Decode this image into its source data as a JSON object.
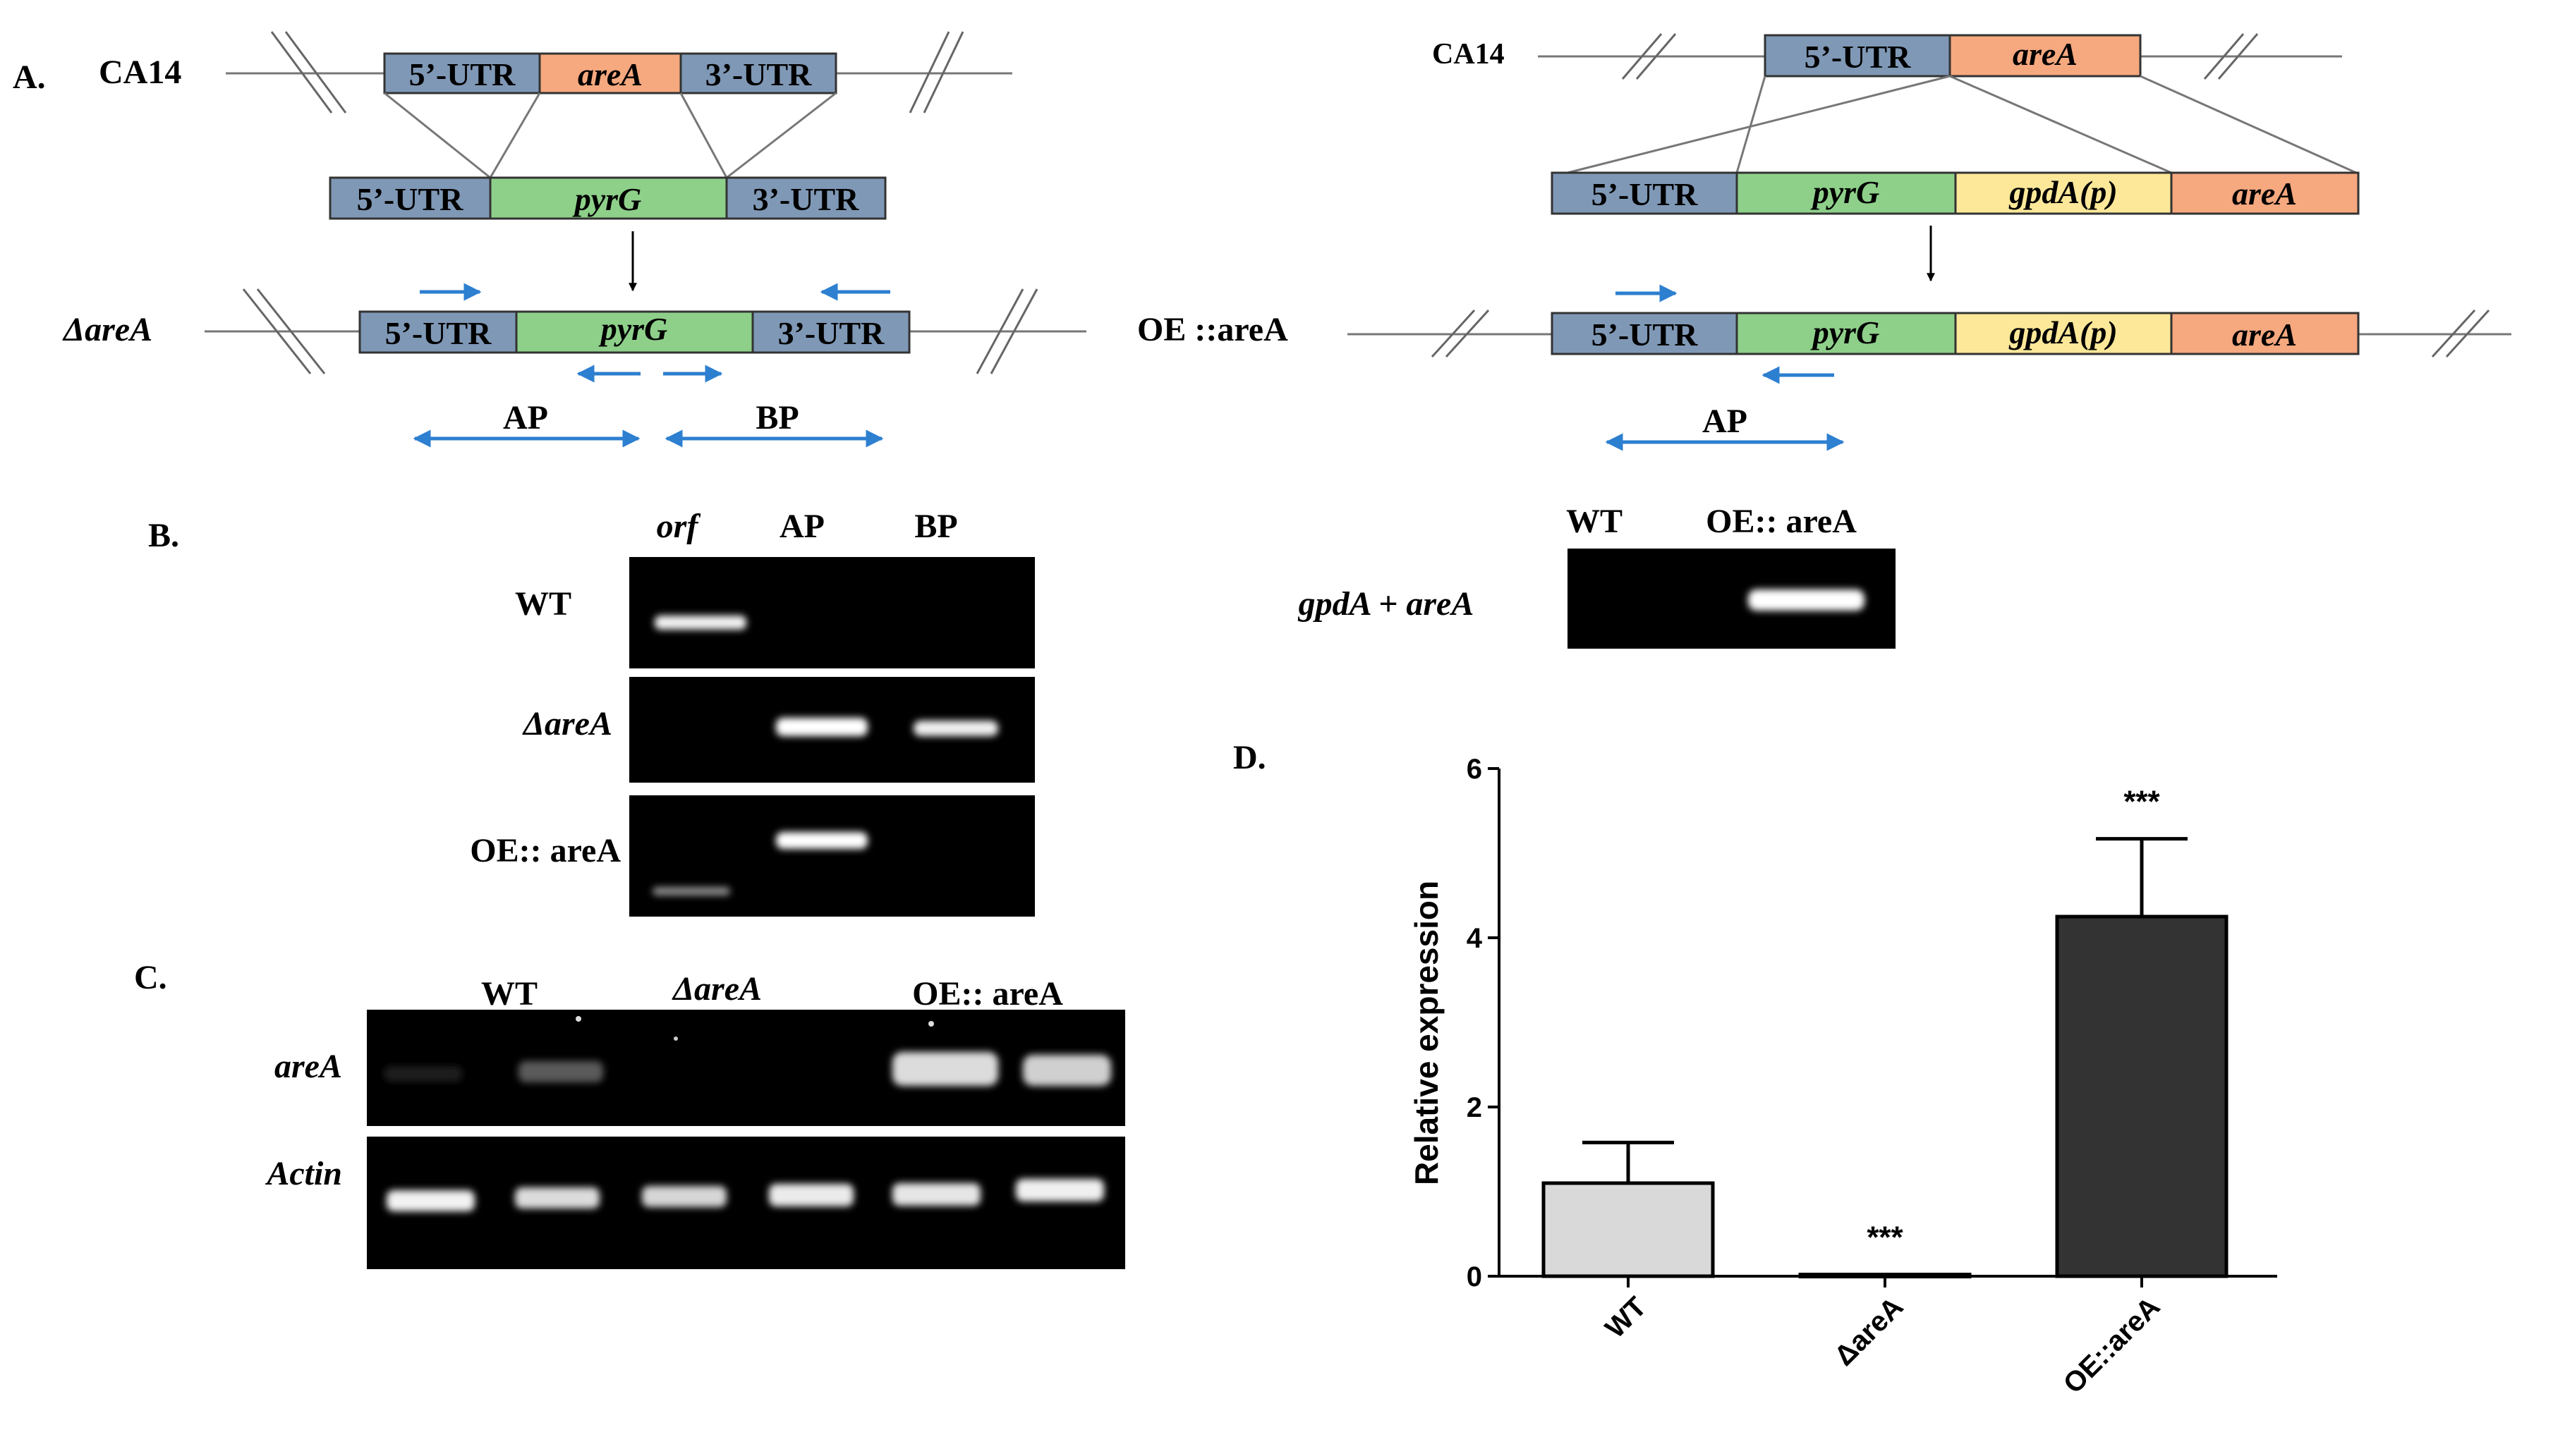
{
  "colors": {
    "utr": "#7f98b6",
    "areA": "#f6a87e",
    "pyrG": "#8ed08a",
    "gpdA": "#fde899",
    "arrow": "#2d7fd0",
    "bar_wt": "#d9d9d9",
    "bar_delta": "#8c8c8c",
    "bar_oe": "#333333",
    "gel_bg": "#000000"
  },
  "panel_a": {
    "letter": "A.",
    "left": {
      "wt_label": "CA14",
      "wt_segments": [
        "5’-UTR",
        "areA",
        "3’-UTR"
      ],
      "cassette": [
        "5’-UTR",
        "pyrG",
        "3’-UTR"
      ],
      "mutant_label": "ΔareA",
      "mutant_segments": [
        "5’-UTR",
        "pyrG",
        "3’-UTR"
      ],
      "amplicon_a": "AP",
      "amplicon_b": "BP"
    },
    "right": {
      "wt_label": "CA14",
      "wt_segments": [
        "5’-UTR",
        "areA"
      ],
      "cassette": [
        "5’-UTR",
        "pyrG",
        "gpdA(p)",
        "areA"
      ],
      "mutant_label": "OE ::areA",
      "mutant_segments": [
        "5’-UTR",
        "pyrG",
        "gpdA(p)",
        "areA"
      ],
      "amplicon_a": "AP"
    }
  },
  "panel_b": {
    "letter": "B.",
    "lane_headers": [
      "orf",
      "AP",
      "BP"
    ],
    "row_labels": [
      "WT",
      "ΔareA",
      "OE:: areA"
    ],
    "right_headers": [
      "WT",
      "OE:: areA"
    ],
    "right_row_label": "gpdA + areA"
  },
  "panel_c": {
    "letter": "C.",
    "group_headers": [
      "WT",
      "ΔareA",
      "OE:: areA"
    ],
    "row_labels": [
      "areA",
      "Actin"
    ]
  },
  "panel_d": {
    "letter": "D."
  },
  "chart_data": {
    "type": "bar",
    "categories": [
      "WT",
      "ΔareA",
      "OE::areA"
    ],
    "values": [
      1.1,
      0.02,
      4.25
    ],
    "errors": [
      0.48,
      0.0,
      0.92
    ],
    "significance": [
      "",
      "***",
      "***"
    ],
    "ylabel": "Relative expression",
    "xlabel": "",
    "ylim": [
      0,
      6
    ],
    "yticks": [
      0,
      2,
      4,
      6
    ],
    "grid": false
  }
}
